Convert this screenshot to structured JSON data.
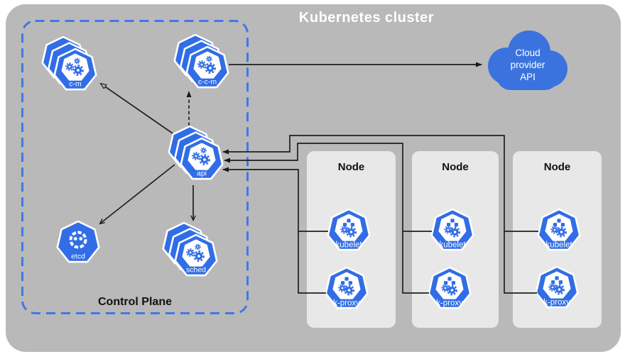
{
  "title": "Kubernetes cluster",
  "colors": {
    "kubernetes_blue": "#316de6",
    "cloud_blue": "#3b73de",
    "control_plane_border": "#4377e8",
    "cluster_background": "#b9b9b9",
    "node_background": "#e8e8e8",
    "line": "#1f1f1f"
  },
  "control_plane": {
    "label": "Control Plane",
    "components": [
      {
        "id": "c-m",
        "label": "c-m",
        "icon": "k8s-heptagon-gears",
        "stacked": true
      },
      {
        "id": "c-c-m",
        "label": "c-c-m",
        "icon": "k8s-heptagon-gears",
        "stacked": true
      },
      {
        "id": "api",
        "label": "api",
        "icon": "k8s-heptagon-gears",
        "stacked": true
      },
      {
        "id": "etcd",
        "label": "etcd",
        "icon": "etcd-logo",
        "stacked": false
      },
      {
        "id": "sched",
        "label": "sched",
        "icon": "k8s-heptagon-gears",
        "stacked": true
      }
    ]
  },
  "cloud": {
    "label_lines": [
      "Cloud",
      "provider",
      "API"
    ]
  },
  "nodes": [
    {
      "title": "Node",
      "components": [
        {
          "label": "kubelet",
          "icon": "k8s-heptagon-workload"
        },
        {
          "label": "k-proxy",
          "icon": "k8s-heptagon-workload"
        }
      ]
    },
    {
      "title": "Node",
      "components": [
        {
          "label": "kubelet",
          "icon": "k8s-heptagon-workload"
        },
        {
          "label": "k-proxy",
          "icon": "k8s-heptagon-workload"
        }
      ]
    },
    {
      "title": "Node",
      "components": [
        {
          "label": "kubelet",
          "icon": "k8s-heptagon-workload"
        },
        {
          "label": "k-proxy",
          "icon": "k8s-heptagon-workload"
        }
      ]
    }
  ]
}
